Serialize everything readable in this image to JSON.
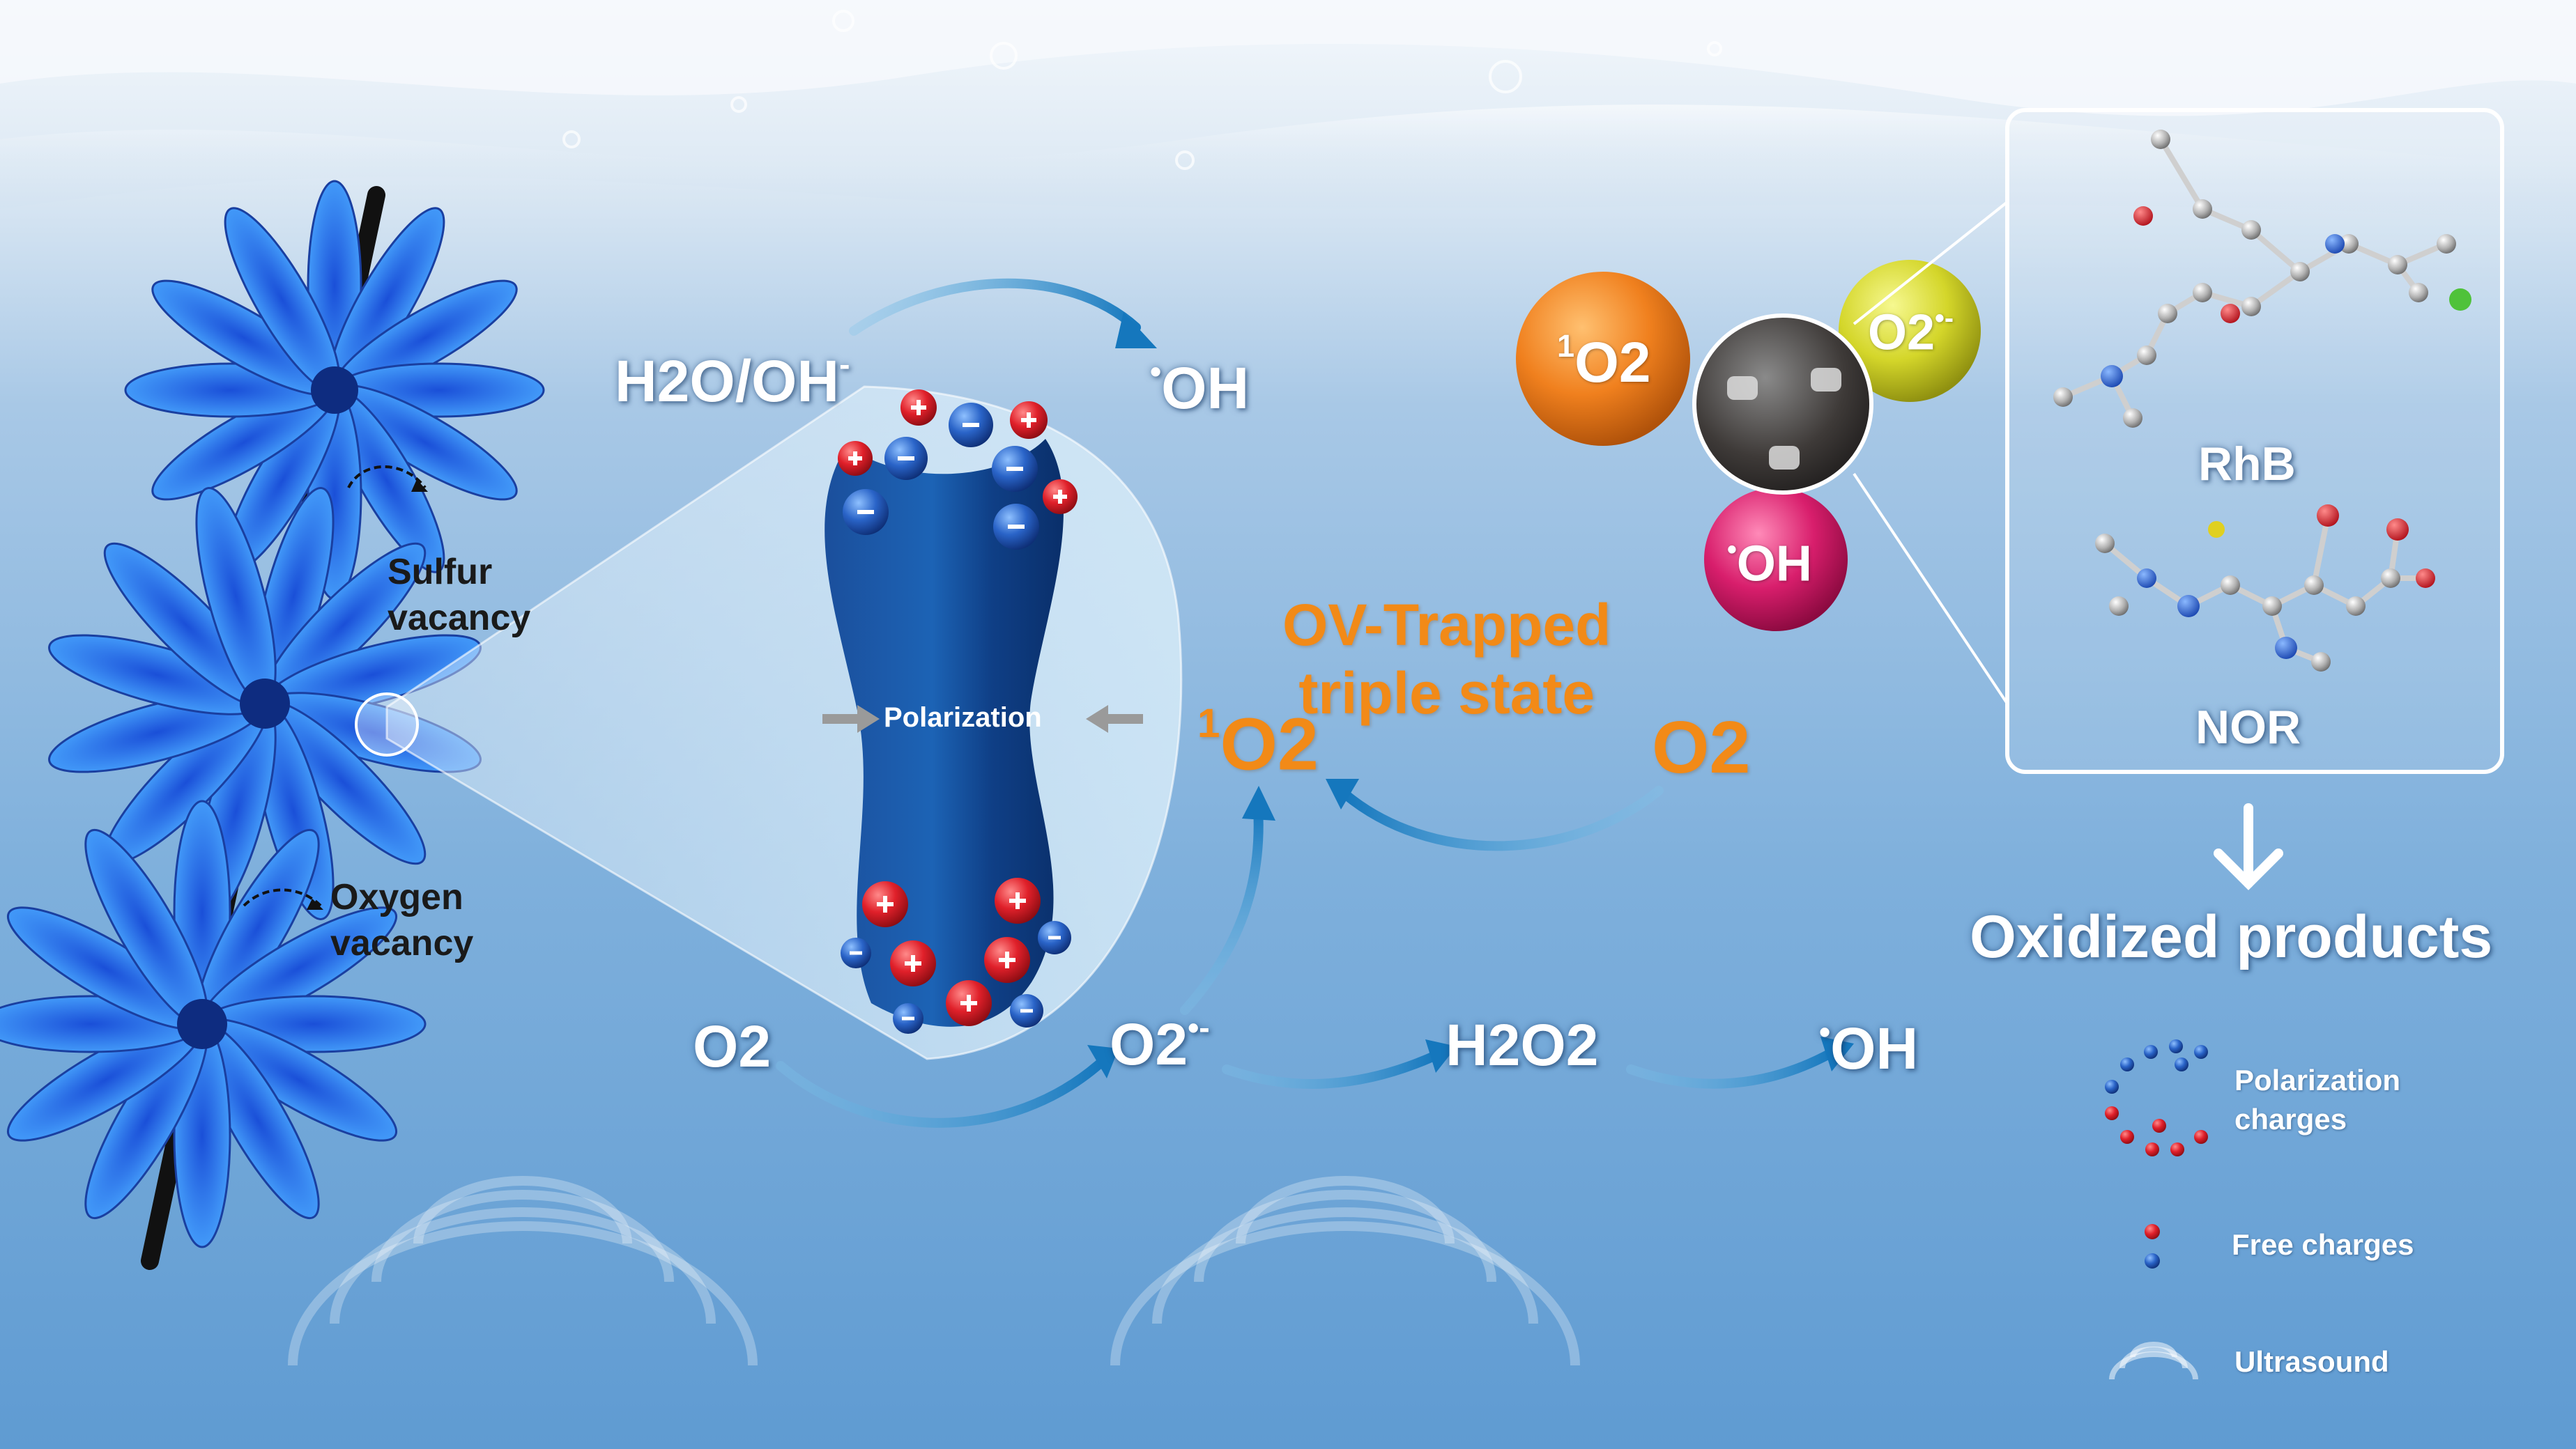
{
  "left_labels": {
    "sulfur_line1": "Sulfur",
    "sulfur_line2": "vacancy",
    "oxygen_line1": "Oxygen",
    "oxygen_line2": "vacancy"
  },
  "center": {
    "polarization": "Polarization",
    "h2o_oh": "H2O/OH",
    "h2o_oh_sup": "-",
    "oh_top": "OH",
    "o2_left": "O2",
    "superoxide": "O2",
    "superoxide_sup": "•-",
    "h2o2": "H2O2",
    "oh_bottom": "OH",
    "singlet_o2": "O2",
    "singlet_sup": "1",
    "o2_right": "O2",
    "ov_line1": "OV-Trapped",
    "ov_line2": "triple state"
  },
  "spheres": {
    "singlet": "O2",
    "singlet_sup": "1",
    "superoxide": "O2",
    "superoxide_sup": "•-",
    "hydroxyl": "OH"
  },
  "molecules": {
    "rhb": "RhB",
    "nor": "NOR"
  },
  "products": "Oxidized products",
  "legend": {
    "polarization_line1": "Polarization",
    "polarization_line2": "charges",
    "free": "Free charges",
    "ultrasound": "Ultrasound"
  },
  "colors": {
    "accent_orange": "#f28a17",
    "sphere_singlet": "#f0801e",
    "sphere_superoxide": "#d4d62a",
    "sphere_hydroxyl": "#d81e6c",
    "positive_charge": "#e0202a",
    "negative_charge": "#2a64c8",
    "arrow_blue": "#1e7fc0"
  }
}
